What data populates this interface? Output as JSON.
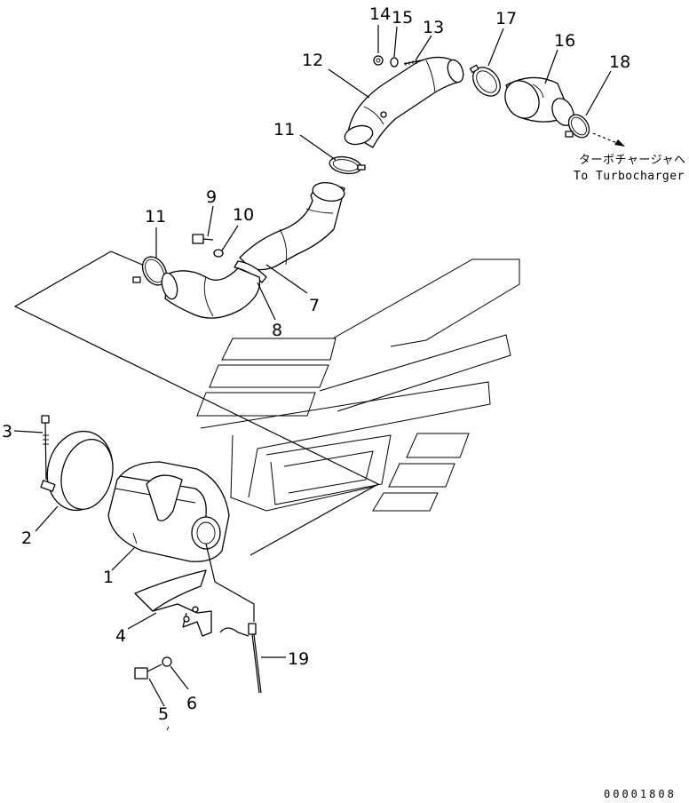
{
  "callouts": [
    {
      "id": "c14",
      "label": "14"
    },
    {
      "id": "c15",
      "label": "15"
    },
    {
      "id": "c13",
      "label": "13"
    },
    {
      "id": "c17",
      "label": "17"
    },
    {
      "id": "c16",
      "label": "16"
    },
    {
      "id": "c12",
      "label": "12"
    },
    {
      "id": "c18",
      "label": "18"
    },
    {
      "id": "c11a",
      "label": "11"
    },
    {
      "id": "c9",
      "label": "9"
    },
    {
      "id": "c10",
      "label": "10"
    },
    {
      "id": "c11b",
      "label": "11"
    },
    {
      "id": "c7",
      "label": "7"
    },
    {
      "id": "c8",
      "label": "8"
    },
    {
      "id": "c3",
      "label": "3"
    },
    {
      "id": "c2",
      "label": "2"
    },
    {
      "id": "c1",
      "label": "1"
    },
    {
      "id": "c4",
      "label": "4"
    },
    {
      "id": "c19",
      "label": "19"
    },
    {
      "id": "c5",
      "label": "5"
    },
    {
      "id": "c6",
      "label": "6"
    }
  ],
  "annotation": {
    "jp": "ターボチャージャへ",
    "en": "To Turbocharger"
  },
  "document_id": "00001808"
}
